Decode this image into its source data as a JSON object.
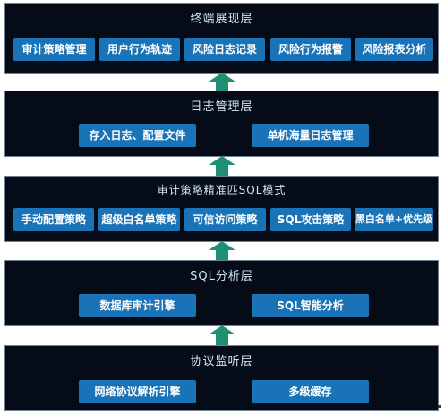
{
  "layers": [
    {
      "title": "终端展现层",
      "items": [
        "审计策略管理",
        "用户行为轨迹",
        "风险日志记录",
        "风险行为报警",
        "风险报表分析"
      ]
    },
    {
      "title": "日志管理层",
      "items": [
        "存入日志、配置文件",
        "单机海量日志管理"
      ]
    },
    {
      "title": "审计策略精准匹SQL模式",
      "items": [
        "手动配置策略",
        "超级白名单策略",
        "可信访问策略",
        "SQL攻击策略",
        "黑白名单+优先级"
      ]
    },
    {
      "title": "SQL分析层",
      "items": [
        "数据库审计引擎",
        "SQL智能分析"
      ]
    },
    {
      "title": "协议监听层",
      "items": [
        "网络协议解析引擎",
        "多级缓存"
      ]
    }
  ],
  "colors": {
    "panel": "#050c18",
    "box": "#1a73b6",
    "arrow": "#1f8f73",
    "title": "#cfe6f6"
  },
  "icons": [
    "up-arrow-icon"
  ]
}
